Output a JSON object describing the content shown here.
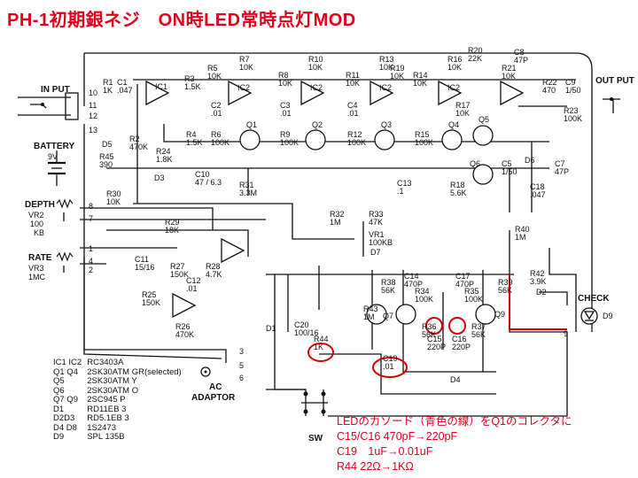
{
  "title": "PH-1初期銀ネジ　ON時LED常時点灯MOD",
  "jacks": {
    "input": "IN PUT",
    "output": "OUT PUT",
    "battery": "BATTERY",
    "battery_v": "9V",
    "depth": "DEPTH",
    "vr2": "VR2",
    "vr2_val": "100",
    "vr2_unit": "KB",
    "rate": "RATE",
    "vr3": "VR3",
    "vr3_val": "1MC",
    "ac": "AC",
    "adaptor": "ADAPTOR",
    "check": "CHECK",
    "sw": "SW"
  },
  "components": [
    {
      "id": "r1",
      "ref": "R1",
      "val": "1K"
    },
    {
      "id": "c1",
      "ref": "C1",
      "val": ".047"
    },
    {
      "id": "r2",
      "ref": "R2",
      "val": "470K"
    },
    {
      "id": "r3",
      "ref": "R3",
      "val": "1.5K"
    },
    {
      "id": "r4",
      "ref": "R4",
      "val": "1.5K"
    },
    {
      "id": "r5",
      "ref": "R5",
      "val": "10K"
    },
    {
      "id": "r6",
      "ref": "R6",
      "val": "100K"
    },
    {
      "id": "r7",
      "ref": "R7",
      "val": "10K"
    },
    {
      "id": "r8",
      "ref": "R8",
      "val": "10K"
    },
    {
      "id": "r9",
      "ref": "R9",
      "val": "100K"
    },
    {
      "id": "r10",
      "ref": "R10",
      "val": "10K"
    },
    {
      "id": "r11",
      "ref": "R11",
      "val": "10K"
    },
    {
      "id": "r12",
      "ref": "R12",
      "val": "100K"
    },
    {
      "id": "r13",
      "ref": "R13",
      "val": "10K"
    },
    {
      "id": "r14",
      "ref": "R14",
      "val": "10K"
    },
    {
      "id": "r15",
      "ref": "R15",
      "val": "100K"
    },
    {
      "id": "r16",
      "ref": "R16",
      "val": "10K"
    },
    {
      "id": "r17",
      "ref": "R17",
      "val": "10K"
    },
    {
      "id": "r18",
      "ref": "R18",
      "val": "5.6K"
    },
    {
      "id": "r19",
      "ref": "R19",
      "val": "10K"
    },
    {
      "id": "r20",
      "ref": "R20",
      "val": "22K"
    },
    {
      "id": "r21",
      "ref": "R21",
      "val": "10K"
    },
    {
      "id": "r22",
      "ref": "R22",
      "val": "470"
    },
    {
      "id": "r23",
      "ref": "R23",
      "val": "100K"
    },
    {
      "id": "r24",
      "ref": "R24",
      "val": "1.8K"
    },
    {
      "id": "r25",
      "ref": "R25",
      "val": "150K"
    },
    {
      "id": "r26",
      "ref": "R26",
      "val": "470K"
    },
    {
      "id": "r27",
      "ref": "R27",
      "val": "150K"
    },
    {
      "id": "r28",
      "ref": "R28",
      "val": "4.7K"
    },
    {
      "id": "r29",
      "ref": "R29",
      "val": "18K"
    },
    {
      "id": "r30",
      "ref": "R30",
      "val": "10K"
    },
    {
      "id": "r31",
      "ref": "R31",
      "val": "3.3M"
    },
    {
      "id": "r32",
      "ref": "R32",
      "val": "1M"
    },
    {
      "id": "r33",
      "ref": "R33",
      "val": "47K"
    },
    {
      "id": "r34",
      "ref": "R34",
      "val": "100K"
    },
    {
      "id": "r35",
      "ref": "R35",
      "val": "100K"
    },
    {
      "id": "r36",
      "ref": "R36",
      "val": "56K"
    },
    {
      "id": "r37",
      "ref": "R37",
      "val": "56K"
    },
    {
      "id": "r38",
      "ref": "R38",
      "val": "56K"
    },
    {
      "id": "r39",
      "ref": "R39",
      "val": "56K"
    },
    {
      "id": "r40",
      "ref": "R40",
      "val": "1M"
    },
    {
      "id": "r42",
      "ref": "R42",
      "val": "3.9K"
    },
    {
      "id": "r43",
      "ref": "R43",
      "val": "1M"
    },
    {
      "id": "r44",
      "ref": "R44",
      "val": "1K"
    },
    {
      "id": "r45",
      "ref": "R45",
      "val": "390"
    },
    {
      "id": "vr1",
      "ref": "VR1",
      "val": "100KB"
    },
    {
      "id": "c2",
      "ref": "C2",
      "val": ".01"
    },
    {
      "id": "c3",
      "ref": "C3",
      "val": ".01"
    },
    {
      "id": "c4",
      "ref": "C4",
      "val": ".01"
    },
    {
      "id": "c5",
      "ref": "C5",
      "val": "1/50"
    },
    {
      "id": "c7",
      "ref": "C7",
      "val": "47P"
    },
    {
      "id": "c8",
      "ref": "C8",
      "val": "47P"
    },
    {
      "id": "c9",
      "ref": "C9",
      "val": "1/50"
    },
    {
      "id": "c10",
      "ref": "C10",
      "val": "47 / 6.3"
    },
    {
      "id": "c11",
      "ref": "C11",
      "val": "15/16"
    },
    {
      "id": "c12",
      "ref": "C12",
      "val": ".01"
    },
    {
      "id": "c13",
      "ref": "C13",
      "val": ".1"
    },
    {
      "id": "c14",
      "ref": "C14",
      "val": "470P"
    },
    {
      "id": "c15",
      "ref": "C15",
      "val": "220P"
    },
    {
      "id": "c16",
      "ref": "C16",
      "val": "220P"
    },
    {
      "id": "c17",
      "ref": "C17",
      "val": "470P"
    },
    {
      "id": "c18",
      "ref": "C18",
      "val": ".047"
    },
    {
      "id": "c19",
      "ref": "C19",
      "val": ".01"
    },
    {
      "id": "c20",
      "ref": "C20",
      "val": "100/16"
    },
    {
      "id": "q1",
      "ref": "Q1",
      "val": ""
    },
    {
      "id": "q2",
      "ref": "Q2",
      "val": ""
    },
    {
      "id": "q3",
      "ref": "Q3",
      "val": ""
    },
    {
      "id": "q4",
      "ref": "Q4",
      "val": ""
    },
    {
      "id": "q5",
      "ref": "Q5",
      "val": ""
    },
    {
      "id": "q6",
      "ref": "Q6",
      "val": ""
    },
    {
      "id": "q7",
      "ref": "Q7",
      "val": ""
    },
    {
      "id": "q9",
      "ref": "Q9",
      "val": ""
    },
    {
      "id": "d1",
      "ref": "D1",
      "val": ""
    },
    {
      "id": "d2",
      "ref": "D2",
      "val": ""
    },
    {
      "id": "d3",
      "ref": "D3",
      "val": ""
    },
    {
      "id": "d4",
      "ref": "D4",
      "val": ""
    },
    {
      "id": "d5",
      "ref": "D5",
      "val": ""
    },
    {
      "id": "d6",
      "ref": "D6",
      "val": ""
    },
    {
      "id": "d7",
      "ref": "D7",
      "val": ""
    },
    {
      "id": "d8",
      "ref": "D8",
      "val": ""
    },
    {
      "id": "d9",
      "ref": "D9",
      "val": ""
    },
    {
      "id": "ic1a",
      "ref": "IC1",
      "val": ""
    },
    {
      "id": "ic1b",
      "ref": "IC1",
      "val": ""
    },
    {
      "id": "ic1c",
      "ref": "IC1",
      "val": ""
    },
    {
      "id": "ic2a",
      "ref": "IC2",
      "val": ""
    },
    {
      "id": "ic2b",
      "ref": "IC2",
      "val": ""
    },
    {
      "id": "ic2c",
      "ref": "IC2",
      "val": ""
    },
    {
      "id": "ic2d",
      "ref": "IC2",
      "val": ""
    }
  ],
  "pins": [
    "10",
    "11",
    "12",
    "13",
    "8",
    "7",
    "1",
    "4",
    "2",
    "3",
    "5",
    "6",
    "9"
  ],
  "legend": [
    {
      "parts": "IC1  IC2",
      "type": "RC3403A"
    },
    {
      "parts": "Q1  Q4",
      "type": "2SK30ATM GR(selected)"
    },
    {
      "parts": "Q5",
      "type": "2SK30ATM Y"
    },
    {
      "parts": "Q6",
      "type": "2SK30ATM O"
    },
    {
      "parts": "Q7  Q9",
      "type": "2SC945 P"
    },
    {
      "parts": "D1",
      "type": "RD11EB 3"
    },
    {
      "parts": "D2D3",
      "type": "RD5.1EB 3"
    },
    {
      "parts": "D4  D8",
      "type": "1S2473"
    },
    {
      "parts": "D9",
      "type": "SPL 135B"
    }
  ],
  "notes": [
    "LEDのカソード（青色の線）をQ1のコレクタに",
    "C15/C16 470pF→220pF",
    "C19　1uF→0.01uF",
    "R44 22Ω→1KΩ"
  ],
  "colors": {
    "mod_red": "#e0001b",
    "ink": "#111111",
    "paper": "#ffffff"
  }
}
